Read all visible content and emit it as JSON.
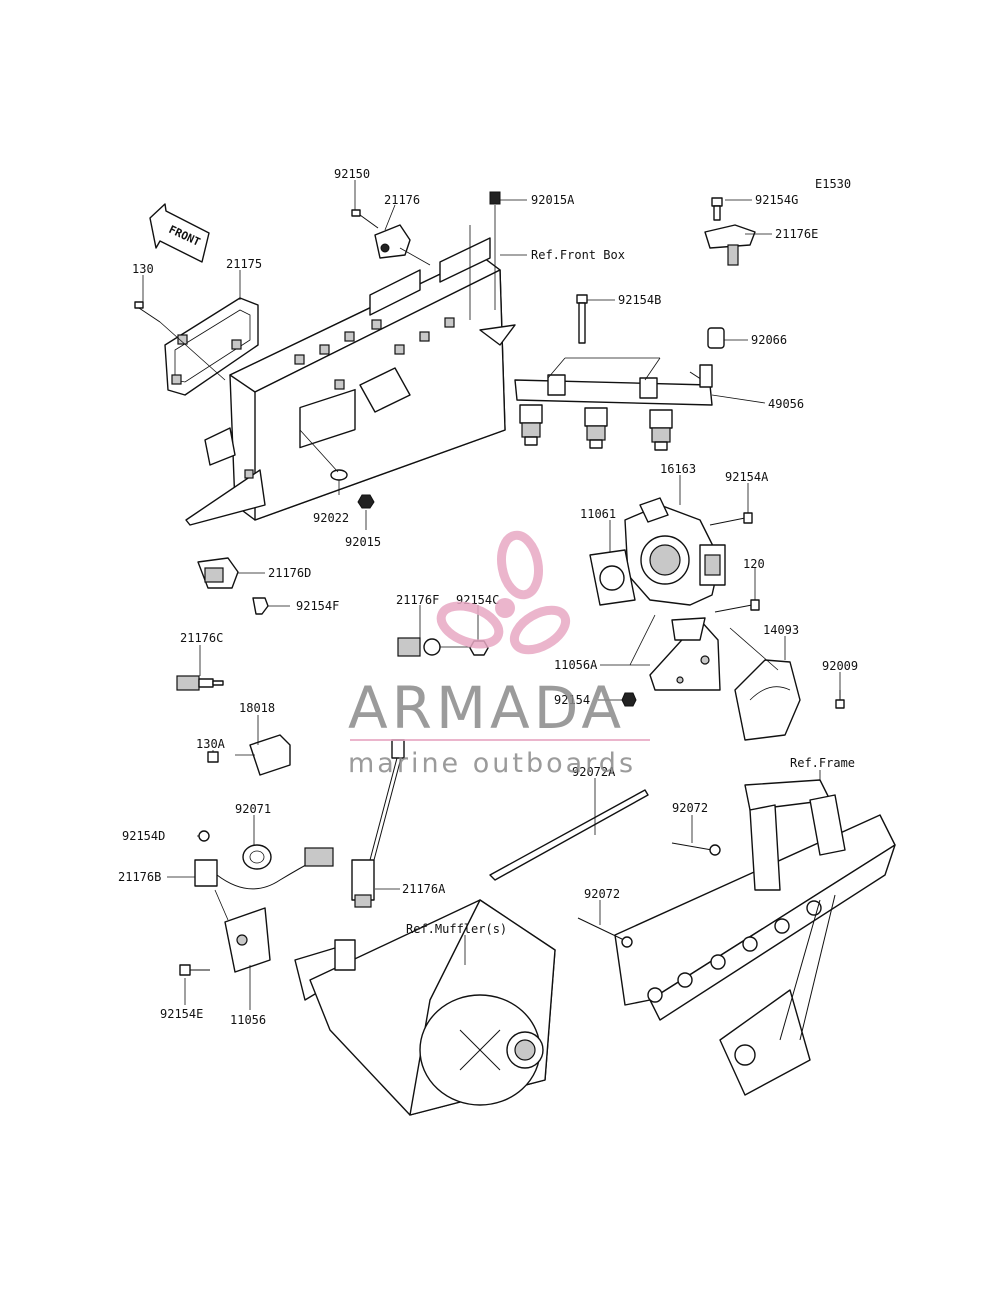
{
  "diagram_code": "E1530",
  "front_arrow_label": "FRONT",
  "watermark": {
    "brand": "ARMADA",
    "tagline": "marine outboards",
    "brand_color": "#8a8a8a",
    "accent_color": "#e8a9c4"
  },
  "parts": {
    "p92150": "92150",
    "p21176": "21176",
    "p92015A": "92015A",
    "refFrontBox": "Ref.Front Box",
    "p130": "130",
    "p21175": "21175",
    "p92154G": "92154G",
    "p21176E": "21176E",
    "p92154B": "92154B",
    "p92066": "92066",
    "p49056": "49056",
    "p92022": "92022",
    "p92015": "92015",
    "p16163": "16163",
    "p92154A": "92154A",
    "p11061": "11061",
    "p21176D": "21176D",
    "p92154F": "92154F",
    "p21176F": "21176F",
    "p92154C": "92154C",
    "p120": "120",
    "p14093": "14093",
    "p11056A": "11056A",
    "p92009": "92009",
    "p21176C": "21176C",
    "p92154": "92154",
    "p18018": "18018",
    "p130A": "130A",
    "p92072A": "92072A",
    "refFrame": "Ref.Frame",
    "p92071": "92071",
    "p92154D": "92154D",
    "p92072a": "92072",
    "p21176B": "21176B",
    "p21176A": "21176A",
    "p92072b": "92072",
    "refMufflers": "Ref.Muffler(s)",
    "p92154E": "92154E",
    "p11056": "11056"
  }
}
